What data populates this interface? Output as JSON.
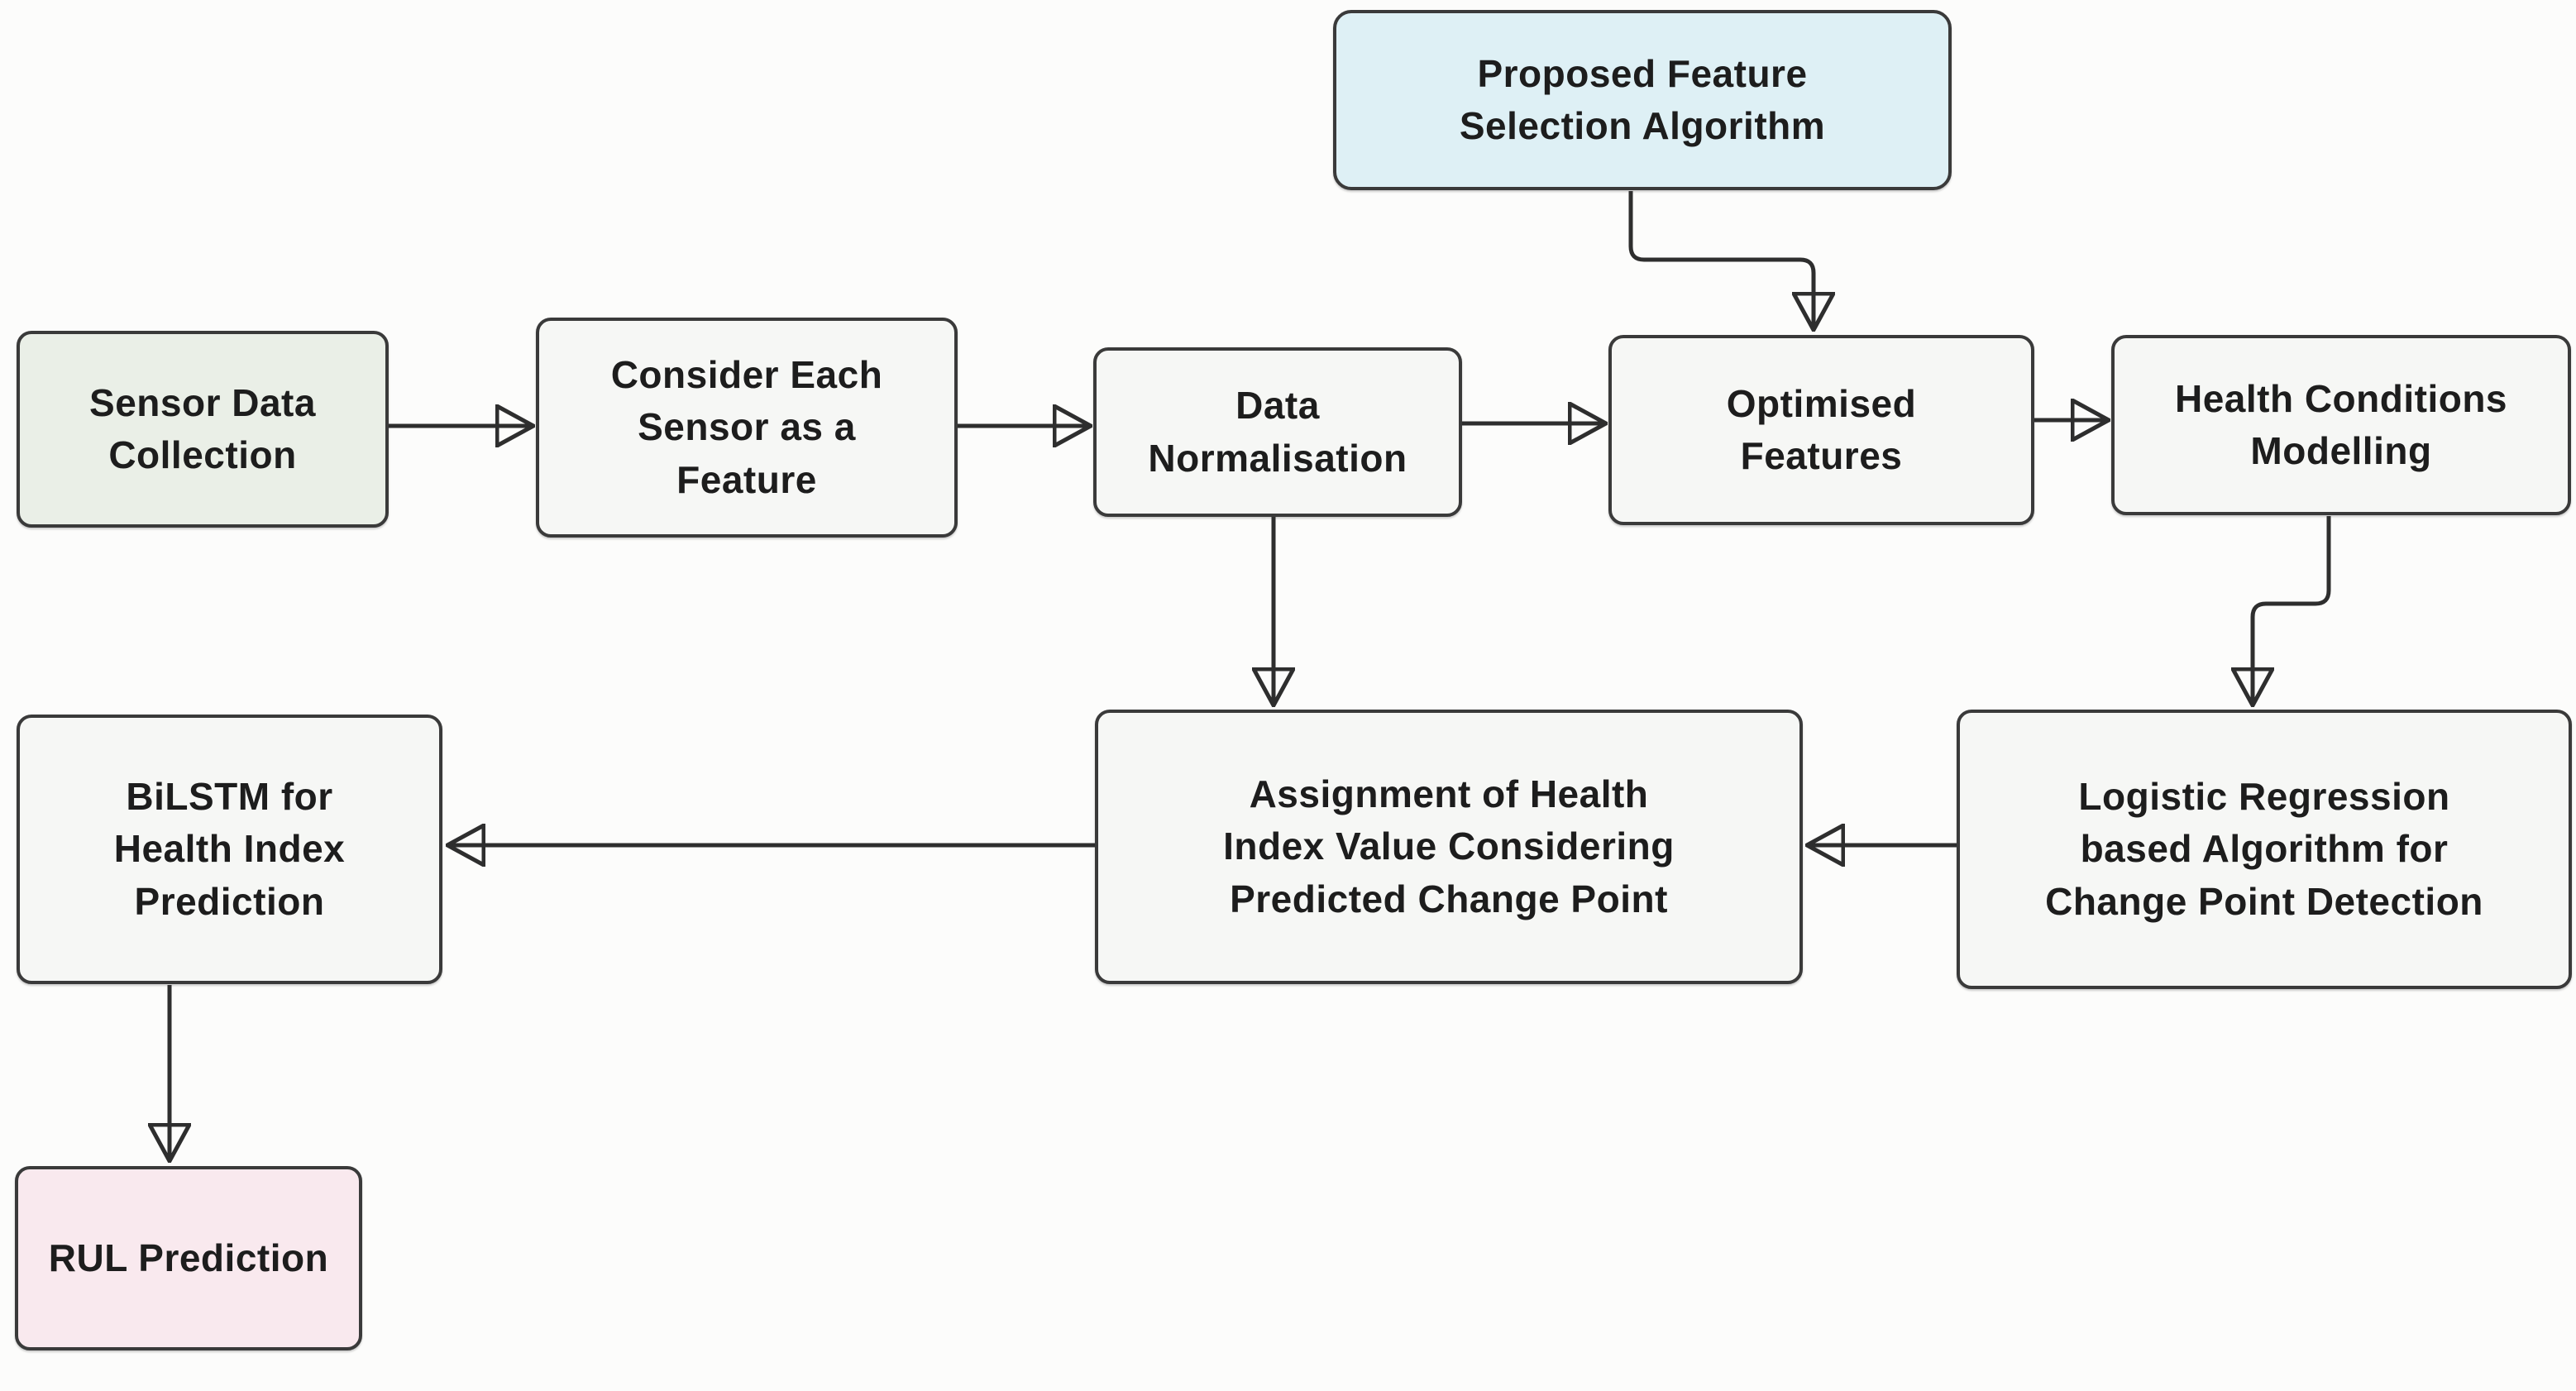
{
  "figure": {
    "type": "flowchart",
    "background_color": "#fcfcfb",
    "box_border_color": "#3a3a3a",
    "arrow_color": "#2e2e2e",
    "text_color": "#1d1d1d"
  },
  "colors": {
    "default_fill": "#f6f7f5",
    "green_fill": "#eaefe7",
    "blue_fill": "#def0f5",
    "pink_fill": "#f9e9ee"
  },
  "nodes": [
    {
      "id": "sensor",
      "label": "Sensor Data\nCollection",
      "fill": "#eaefe7"
    },
    {
      "id": "consider",
      "label": "Consider Each\nSensor as a\nFeature",
      "fill": "#f6f7f5"
    },
    {
      "id": "datanorm",
      "label": "Data\nNormalisation",
      "fill": "#f6f7f5"
    },
    {
      "id": "proposed",
      "label": "Proposed Feature\nSelection Algorithm",
      "fill": "#def0f5"
    },
    {
      "id": "optimised",
      "label": "Optimised\nFeatures",
      "fill": "#f6f7f5"
    },
    {
      "id": "health",
      "label": "Health Conditions\nModelling",
      "fill": "#f6f7f5"
    },
    {
      "id": "assignment",
      "label": "Assignment of Health\nIndex Value Considering\nPredicted Change Point",
      "fill": "#f6f7f5"
    },
    {
      "id": "logistic",
      "label": "Logistic Regression\nbased Algorithm for\nChange Point Detection",
      "fill": "#f6f7f5"
    },
    {
      "id": "bilstm",
      "label": "BiLSTM for\nHealth Index\nPrediction",
      "fill": "#f6f7f5"
    },
    {
      "id": "rul",
      "label": "RUL Prediction",
      "fill": "#f9e9ee"
    }
  ],
  "edges": [
    {
      "from": "sensor",
      "to": "consider"
    },
    {
      "from": "consider",
      "to": "datanorm"
    },
    {
      "from": "datanorm",
      "to": "optimised"
    },
    {
      "from": "proposed",
      "to": "optimised"
    },
    {
      "from": "optimised",
      "to": "health"
    },
    {
      "from": "health",
      "to": "logistic"
    },
    {
      "from": "datanorm",
      "to": "assignment"
    },
    {
      "from": "logistic",
      "to": "assignment"
    },
    {
      "from": "assignment",
      "to": "bilstm"
    },
    {
      "from": "bilstm",
      "to": "rul"
    }
  ]
}
